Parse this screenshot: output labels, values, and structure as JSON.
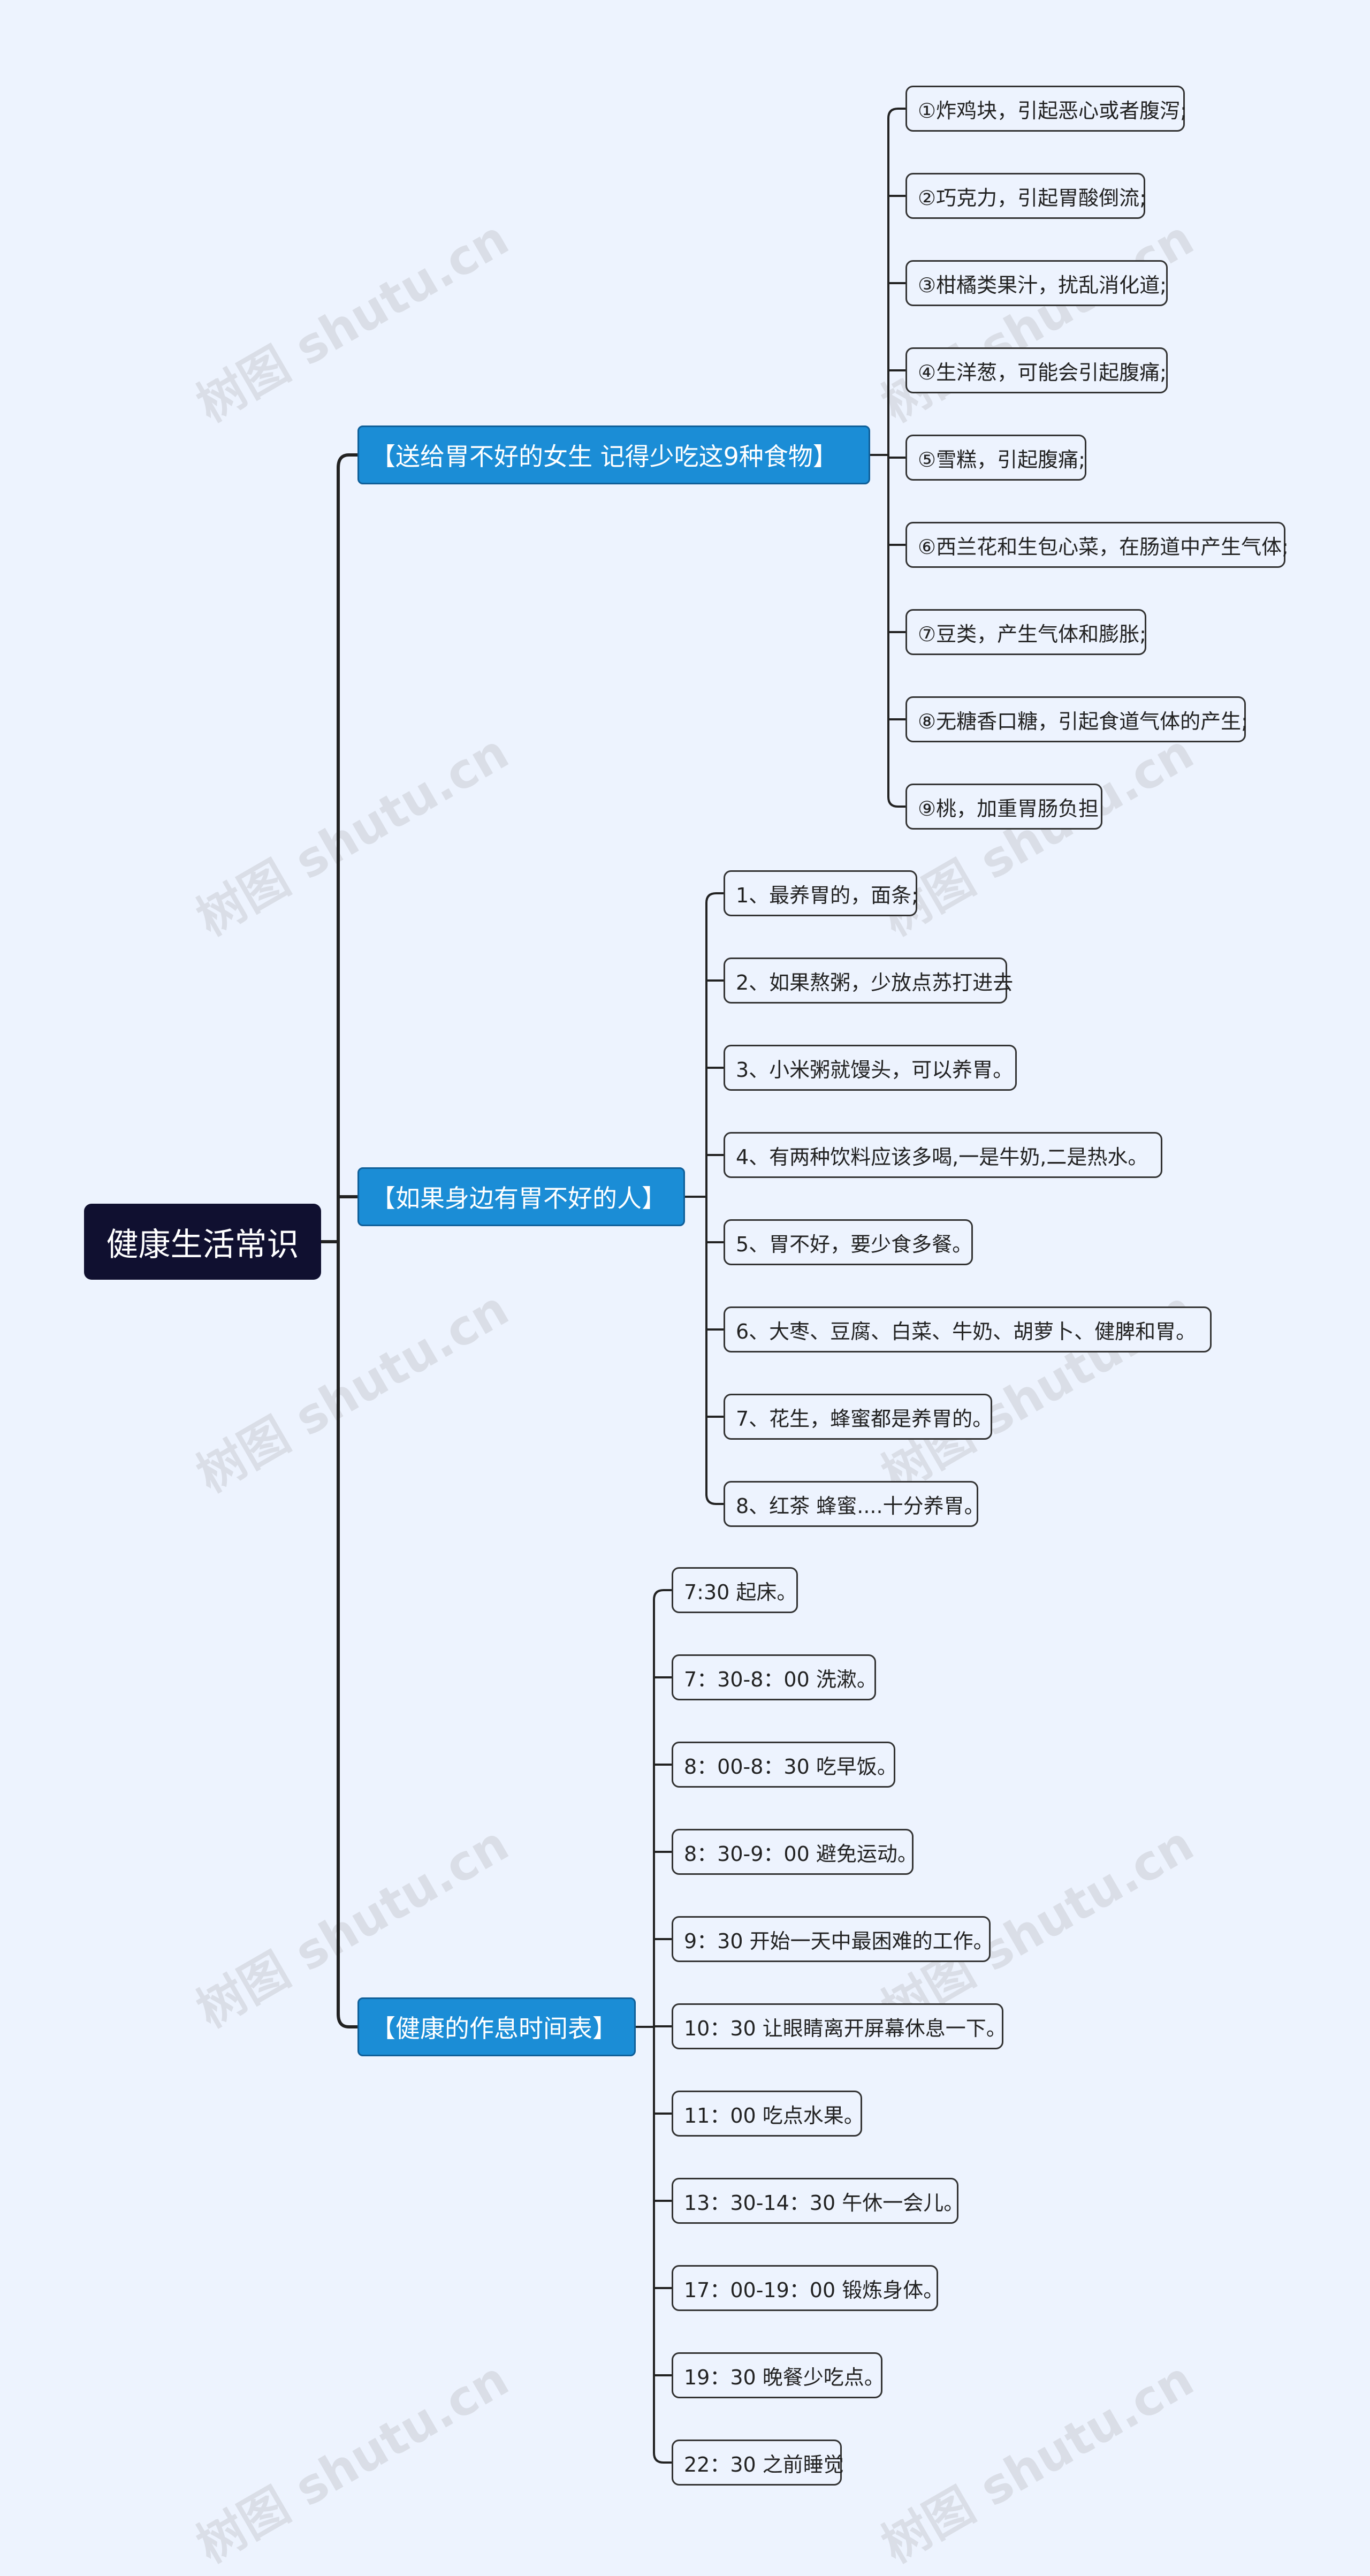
{
  "root": {
    "label": "健康生活常识"
  },
  "branches": [
    {
      "label": "【送给胃不好的女生 记得少吃这9种食物】",
      "items": [
        "①炸鸡块，引起恶心或者腹泻;",
        "②巧克力，引起胃酸倒流;",
        "③柑橘类果汁，扰乱消化道;",
        "④生洋葱，可能会引起腹痛;",
        "⑤雪糕，引起腹痛;",
        "⑥西兰花和生包心菜，在肠道中产生气体;",
        "⑦豆类，产生气体和膨胀;",
        "⑧无糖香口糖，引起食道气体的产生;",
        "⑨桃，加重胃肠负担"
      ]
    },
    {
      "label": "【如果身边有胃不好的人】",
      "items": [
        "1、最养胃的，面条;",
        "2、如果熬粥，少放点苏打进去",
        "3、小米粥就馒头，可以养胃。",
        "4、有两种饮料应该多喝,一是牛奶,二是热水。",
        "5、胃不好，要少食多餐。",
        "6、大枣、豆腐、白菜、牛奶、胡萝卜、健脾和胃。",
        "7、花生，蜂蜜都是养胃的。",
        "8、红茶 蜂蜜....十分养胃。"
      ]
    },
    {
      "label": "【健康的作息时间表】",
      "items": [
        "7:30 起床。",
        "7：30-8：00 洗漱。",
        "8：00-8：30 吃早饭。",
        "8：30-9：00 避免运动。",
        "9：30 开始一天中最困难的工作。",
        "10：30 让眼睛离开屏幕休息一下。",
        "11：00 吃点水果。",
        "13：30-14：30 午休一会儿。",
        "17：00-19：00 锻炼身体。",
        "19：30 晚餐少吃点。",
        "22：30 之前睡觉"
      ]
    }
  ],
  "watermark": {
    "text": "树图 shutu.cn"
  }
}
